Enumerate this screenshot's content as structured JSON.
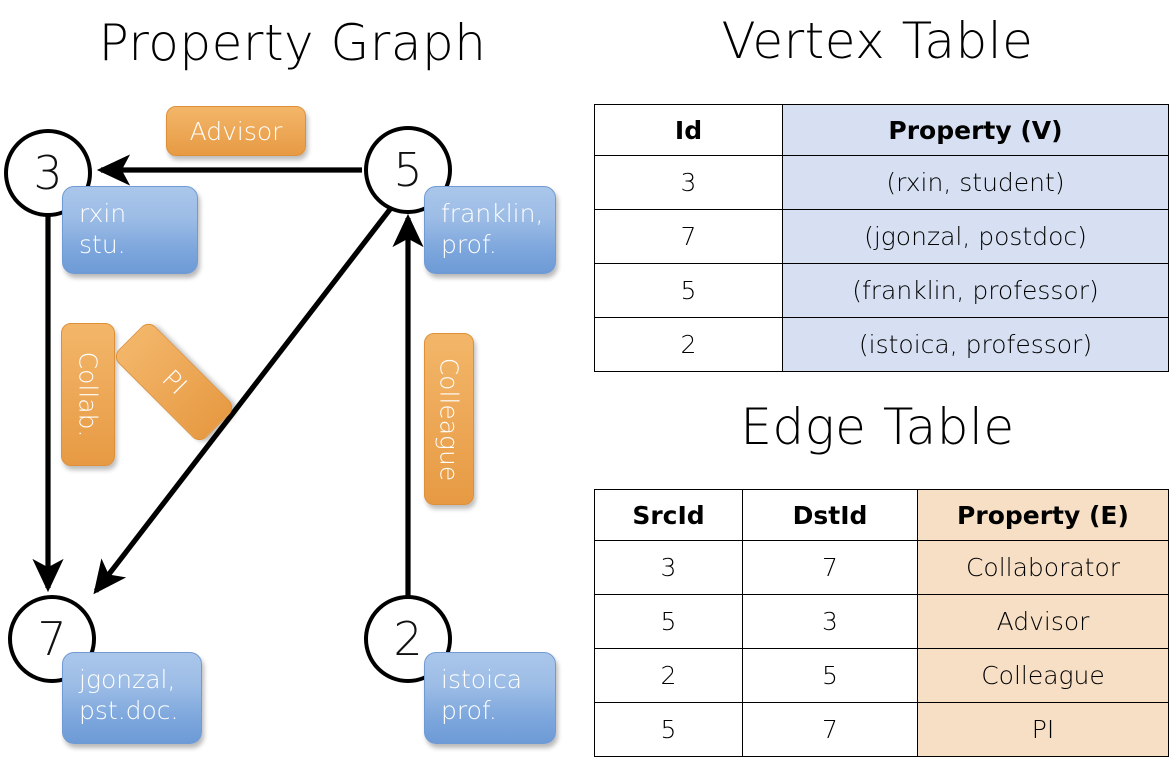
{
  "titles": {
    "property_graph": "Property Graph",
    "vertex_table": "Vertex Table",
    "edge_table": "Edge Table"
  },
  "graph": {
    "nodes": [
      {
        "id": "3",
        "label": "3",
        "property_text": "rxin\nstu."
      },
      {
        "id": "5",
        "label": "5",
        "property_text": "franklin,\nprof."
      },
      {
        "id": "7",
        "label": "7",
        "property_text": "jgonzal,\npst.doc."
      },
      {
        "id": "2",
        "label": "2",
        "property_text": "istoica\nprof."
      }
    ],
    "node_bubbles": {
      "rxin_line1": "rxin",
      "rxin_line2": "stu.",
      "franklin_line1": "franklin,",
      "franklin_line2": "prof.",
      "jgonzal_line1": "jgonzal,",
      "jgonzal_line2": "pst.doc.",
      "istoica_line1": "istoica",
      "istoica_line2": "prof."
    },
    "edge_labels": {
      "advisor": "Advisor",
      "collab": "Collab.",
      "pi": "PI",
      "colleague": "Colleague"
    },
    "edges": [
      {
        "src": "5",
        "dst": "3",
        "label": "Advisor"
      },
      {
        "src": "3",
        "dst": "7",
        "label": "Collab."
      },
      {
        "src": "5",
        "dst": "7",
        "label": "PI"
      },
      {
        "src": "2",
        "dst": "5",
        "label": "Colleague"
      }
    ]
  },
  "vertex_table": {
    "headers": [
      "Id",
      "Property (V)"
    ],
    "rows": [
      {
        "id": "3",
        "property": "(rxin, student)"
      },
      {
        "id": "7",
        "property": "(jgonzal, postdoc)"
      },
      {
        "id": "5",
        "property": "(franklin, professor)"
      },
      {
        "id": "2",
        "property": "(istoica, professor)"
      }
    ]
  },
  "edge_table": {
    "headers": [
      "SrcId",
      "DstId",
      "Property (E)"
    ],
    "rows": [
      {
        "src": "3",
        "dst": "7",
        "property": "Collaborator"
      },
      {
        "src": "5",
        "dst": "3",
        "property": "Advisor"
      },
      {
        "src": "2",
        "dst": "5",
        "property": "Colleague"
      },
      {
        "src": "5",
        "dst": "7",
        "property": "PI"
      }
    ]
  },
  "colors": {
    "vertex_property_fill": "#d6e0f2",
    "edge_property_fill": "#f6dfc5",
    "bubble_blue": "#7ba5dc",
    "label_orange": "#eeab5b",
    "stroke": "#000000"
  }
}
